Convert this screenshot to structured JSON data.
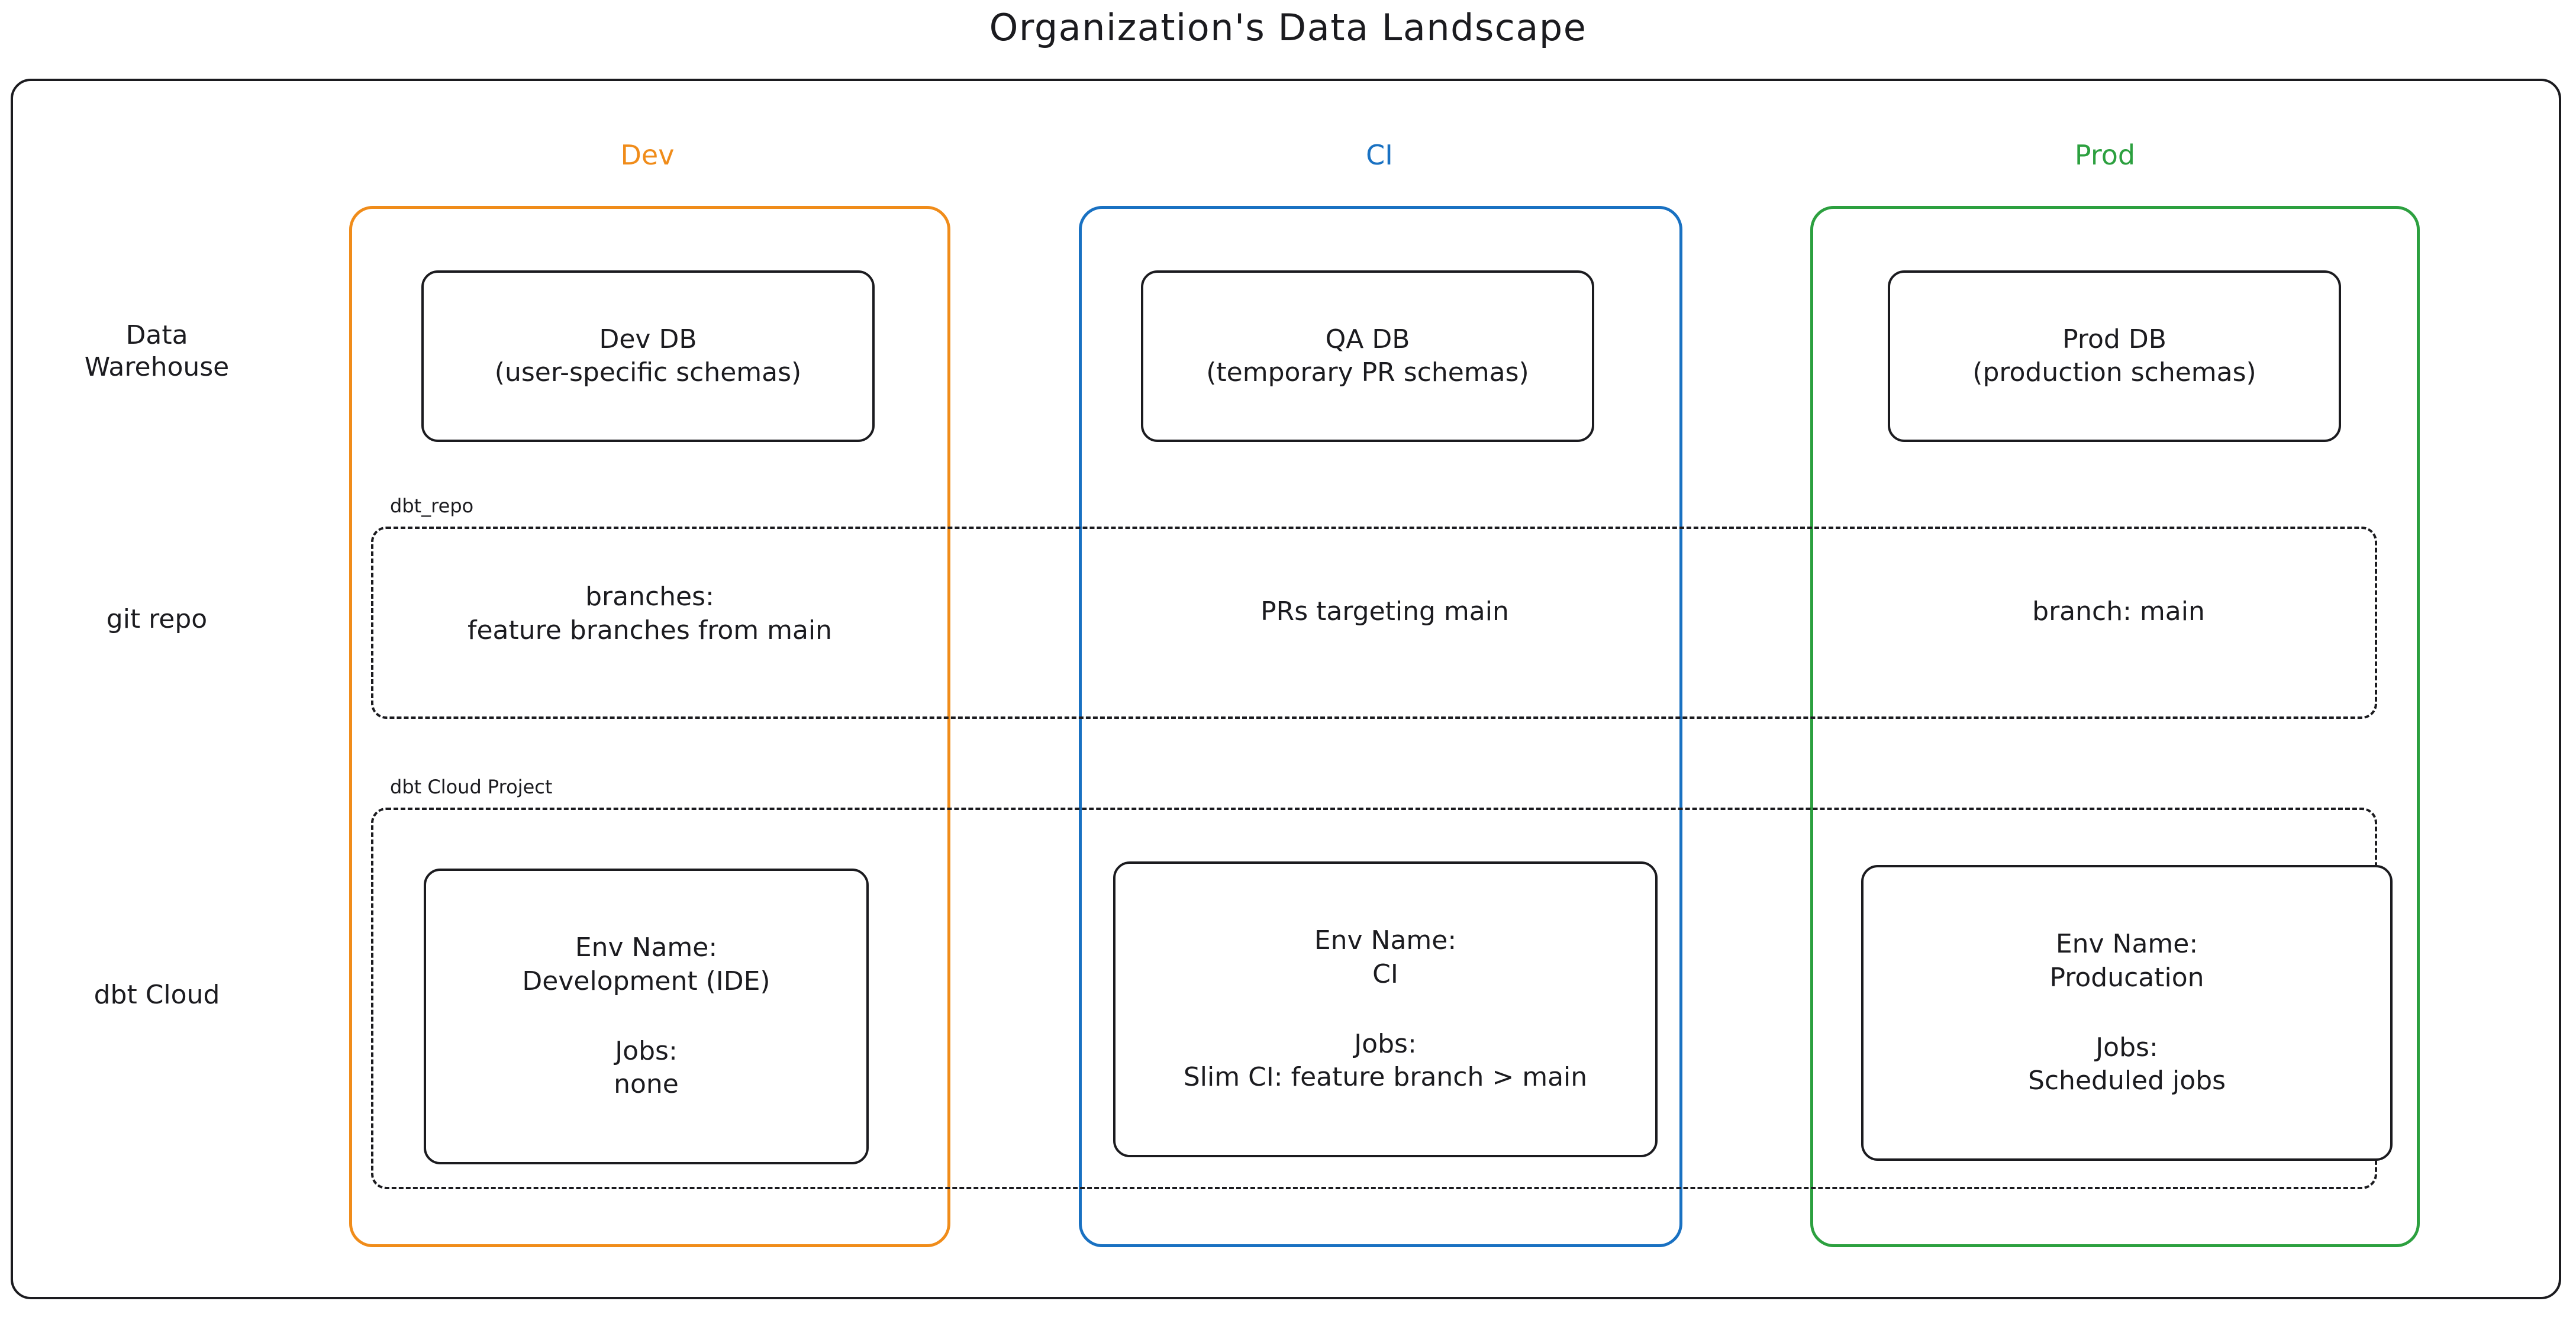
{
  "title": "Organization's Data Landscape",
  "colors": {
    "dev": "#f08c1a",
    "ci": "#1971c2",
    "prod": "#2ca03f",
    "ink": "#1b1b1f",
    "background": "#ffffff"
  },
  "columns": [
    {
      "key": "dev",
      "label": "Dev",
      "color": "#f08c1a"
    },
    {
      "key": "ci",
      "label": "CI",
      "color": "#1971c2"
    },
    {
      "key": "prod",
      "label": "Prod",
      "color": "#2ca03f"
    }
  ],
  "rows": [
    {
      "key": "data_warehouse",
      "label": "Data\nWarehouse"
    },
    {
      "key": "git_repo",
      "label": "git repo"
    },
    {
      "key": "dbt_cloud",
      "label": "dbt Cloud"
    }
  ],
  "groups": {
    "repo": {
      "label": "dbt_repo"
    },
    "cloud": {
      "label": "dbt Cloud Project"
    }
  },
  "data_warehouse": {
    "dev": {
      "title": "Dev DB",
      "detail": "(user-specific schemas)"
    },
    "ci": {
      "title": "QA DB",
      "detail": "(temporary PR schemas)"
    },
    "prod": {
      "title": "Prod DB",
      "detail": "(production schemas)"
    }
  },
  "git_repo": {
    "dev": "branches:\nfeature branches from main",
    "ci": "PRs targeting main",
    "prod": "branch: main"
  },
  "dbt_cloud": {
    "dev": {
      "env_label": "Env Name:",
      "env_value": "Development (IDE)",
      "jobs_label": "Jobs:",
      "jobs_value": "none"
    },
    "ci": {
      "env_label": "Env Name:",
      "env_value": "CI",
      "jobs_label": "Jobs:",
      "jobs_value": "Slim CI: feature branch > main"
    },
    "prod": {
      "env_label": "Env Name:",
      "env_value": "Producation",
      "jobs_label": "Jobs:",
      "jobs_value": "Scheduled jobs"
    }
  }
}
